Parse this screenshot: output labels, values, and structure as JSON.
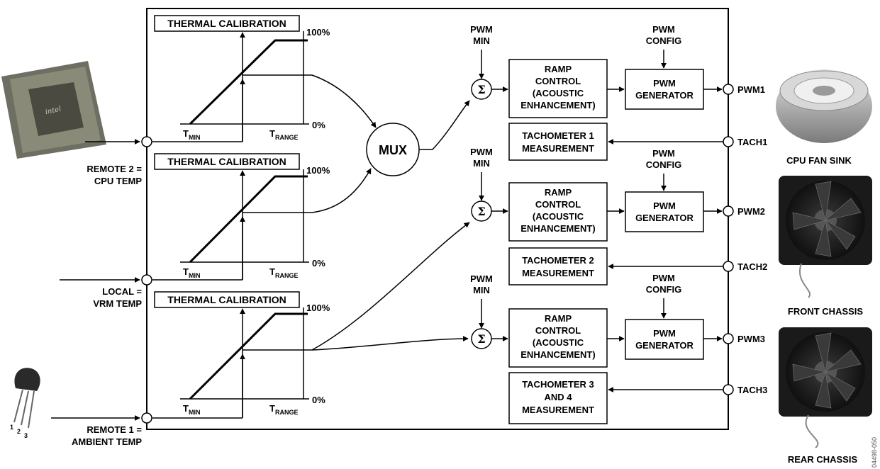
{
  "thermal_calibration": {
    "title": "THERMAL CALIBRATION",
    "pct_high": "100%",
    "pct_low": "0%",
    "t_min": "T",
    "t_min_sub": "MIN",
    "t_range": "T",
    "t_range_sub": "RANGE"
  },
  "inputs": {
    "remote2_line1": "REMOTE 2 =",
    "remote2_line2": "CPU TEMP",
    "local_line1": "LOCAL =",
    "local_line2": "VRM TEMP",
    "remote1_line1": "REMOTE 1 =",
    "remote1_line2": "AMBIENT TEMP"
  },
  "mux_label": "MUX",
  "sigma_symbol": "Σ",
  "pwm_min": {
    "line1": "PWM",
    "line2": "MIN"
  },
  "pwm_config": {
    "line1": "PWM",
    "line2": "CONFIG"
  },
  "ramp_control": {
    "line1": "RAMP",
    "line2": "CONTROL",
    "line3": "(ACOUSTIC",
    "line4": "ENHANCEMENT)"
  },
  "pwm_generator": {
    "line1": "PWM",
    "line2": "GENERATOR"
  },
  "tach_boxes": {
    "t1_line1": "TACHOMETER 1",
    "t1_line2": "MEASUREMENT",
    "t2_line1": "TACHOMETER 2",
    "t2_line2": "MEASUREMENT",
    "t3_line1": "TACHOMETER 3",
    "t3_line2": "AND 4",
    "t3_line3": "MEASUREMENT"
  },
  "pins": {
    "pwm1": "PWM1",
    "pwm2": "PWM2",
    "pwm3": "PWM3",
    "tach1": "TACH1",
    "tach2": "TACH2",
    "tach3": "TACH3"
  },
  "fans": {
    "cpu": "CPU FAN SINK",
    "front": "FRONT CHASSIS",
    "rear": "REAR CHASSIS"
  },
  "transistor_pins": [
    "1",
    "2",
    "3"
  ],
  "figure_number": "04498-050",
  "colors": {
    "ink": "#000000",
    "cpu_chip": "#8a8a78",
    "fan_frame": "#2a2a2a",
    "heatsink": "#b8b8b8"
  }
}
